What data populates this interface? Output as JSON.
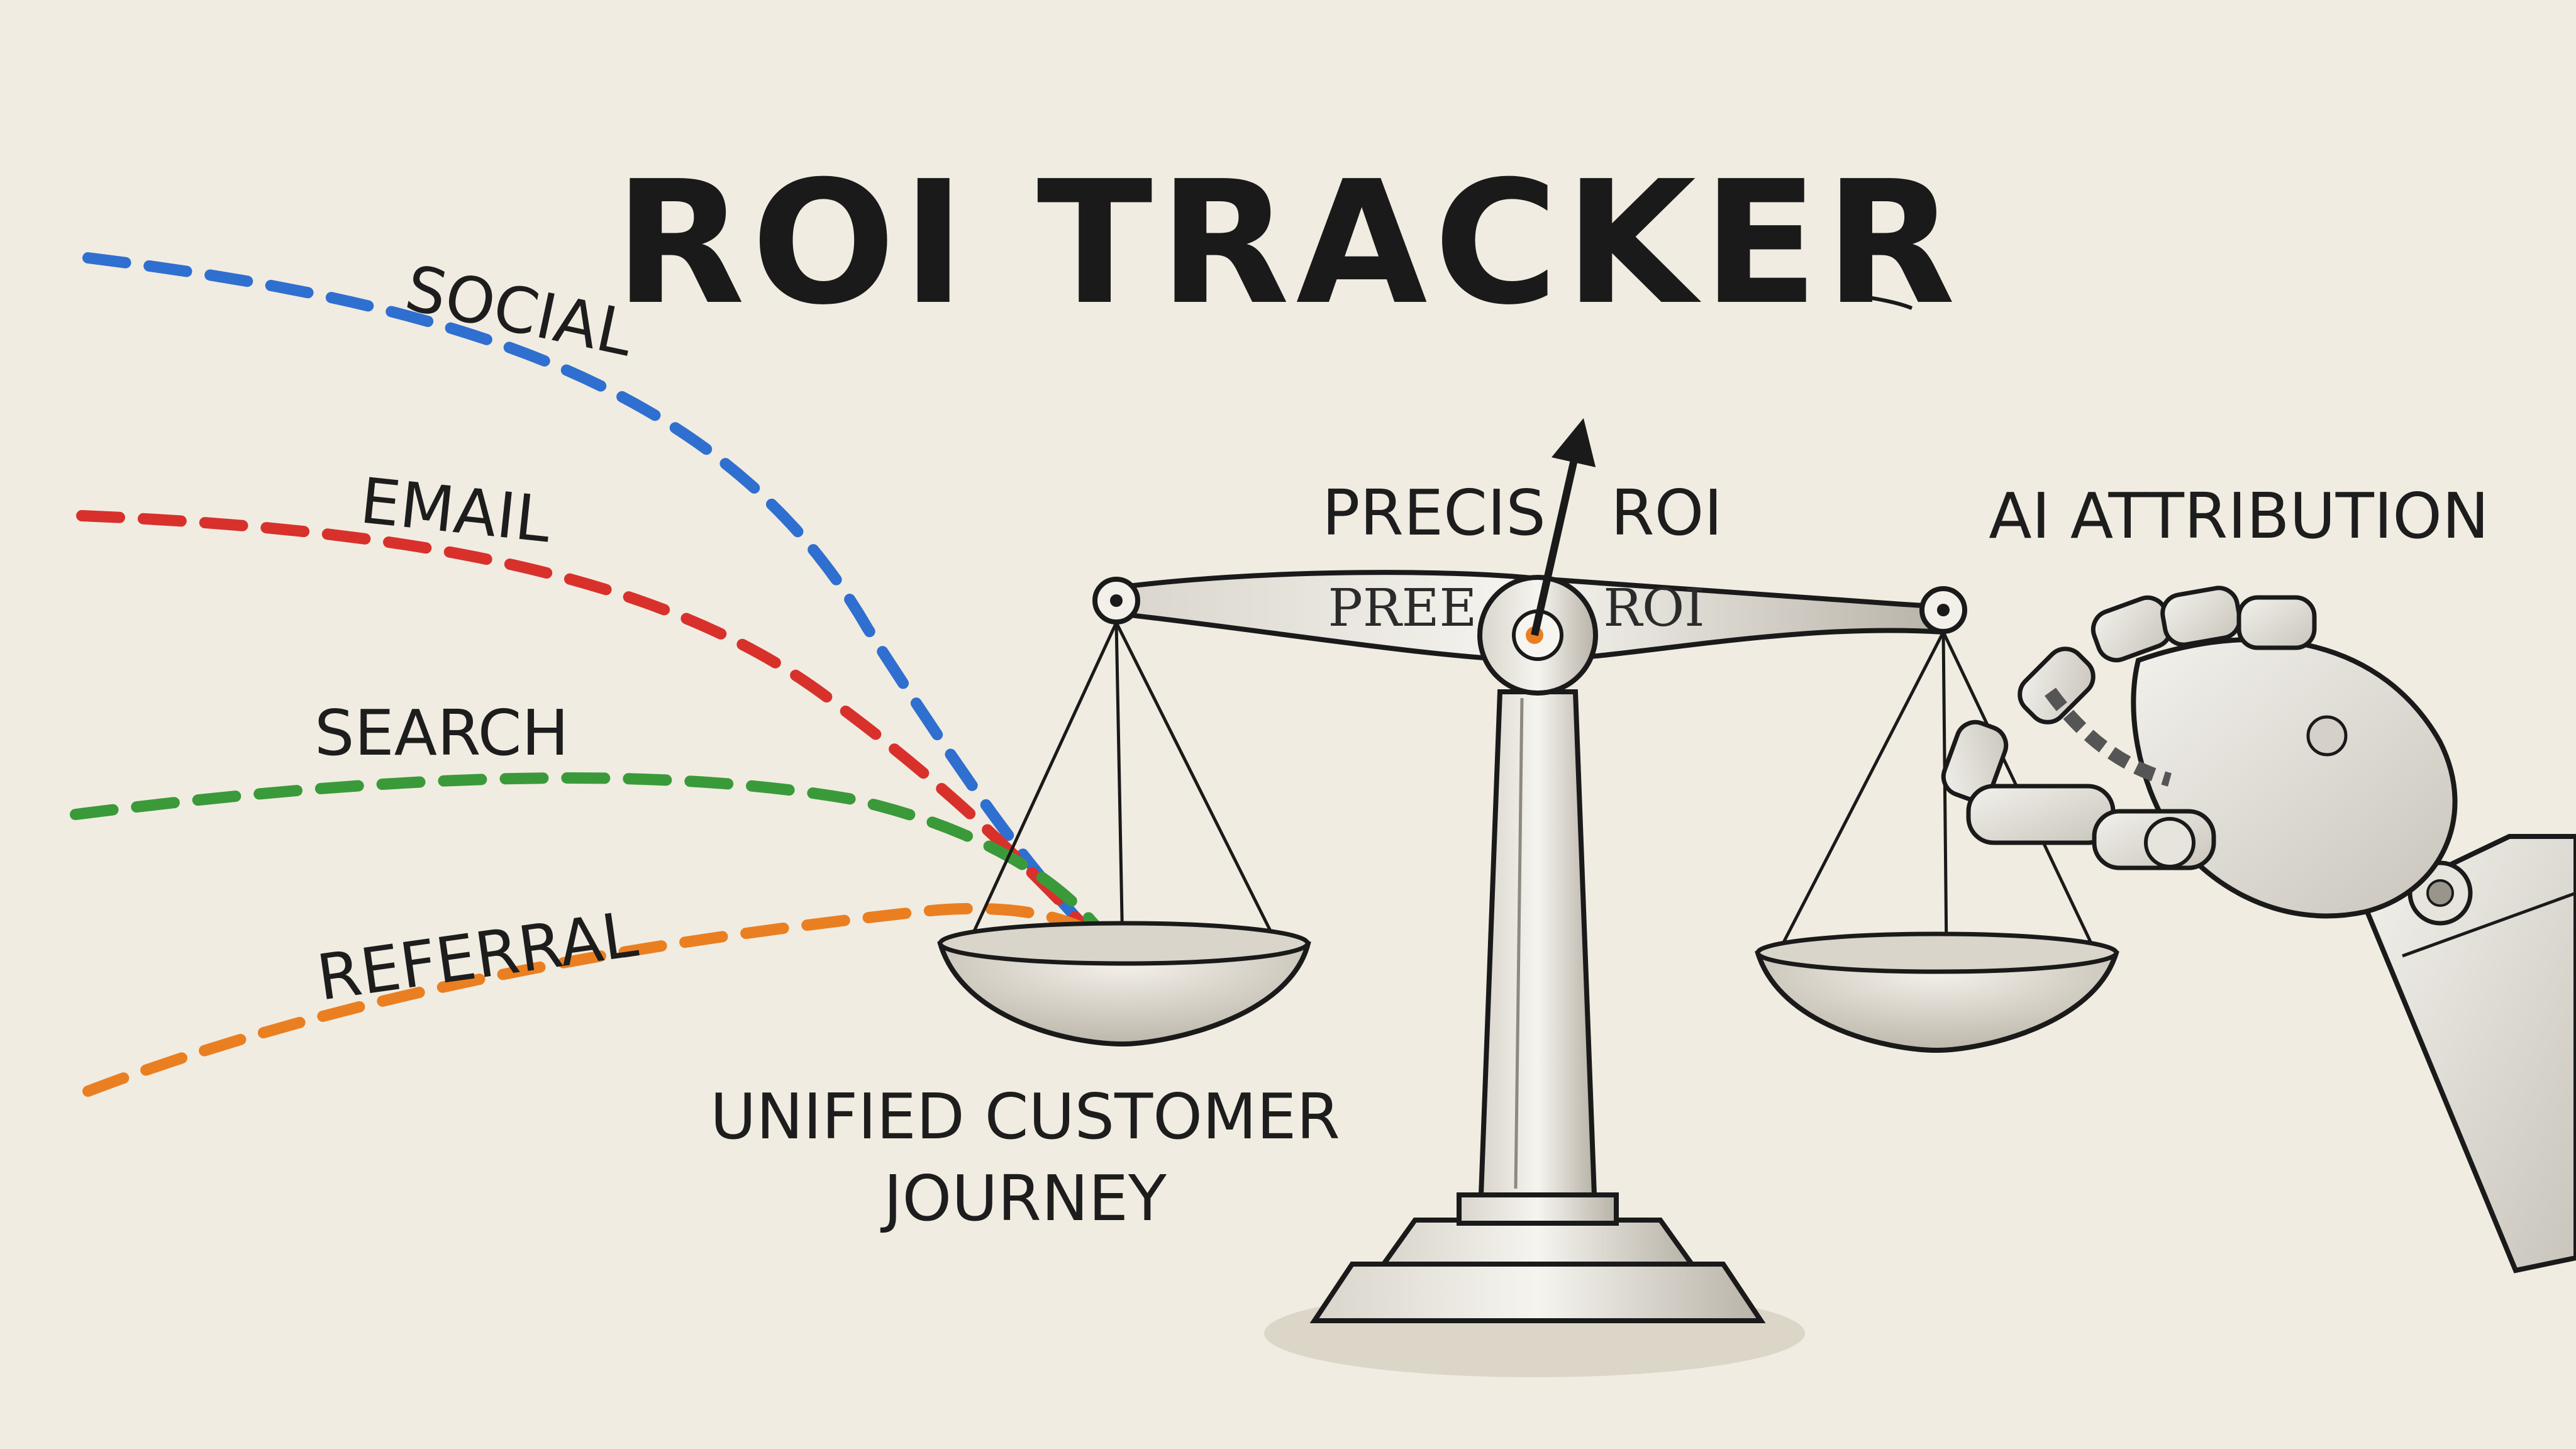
{
  "title": "ROI TRACKER",
  "channels": [
    {
      "label": "SOCIAL",
      "color": "#2f6fd0"
    },
    {
      "label": "EMAIL",
      "color": "#d8312c"
    },
    {
      "label": "SEARCH",
      "color": "#3a9a3a"
    },
    {
      "label": "REFERRAL",
      "color": "#ea7f22"
    }
  ],
  "scale": {
    "top_label_left": "PRECIS",
    "top_label_right": "ROI",
    "beam_label_left": "PREE",
    "beam_label_right": "ROI"
  },
  "left_pan_caption_line1": "UNIFIED CUSTOMER",
  "left_pan_caption_line2": "JOURNEY",
  "robot_label": "AI ATTRIBUTION",
  "robot_icon": "robot-hand-icon",
  "colors": {
    "background": "#f1ece1",
    "ink": "#1d1d1d"
  }
}
